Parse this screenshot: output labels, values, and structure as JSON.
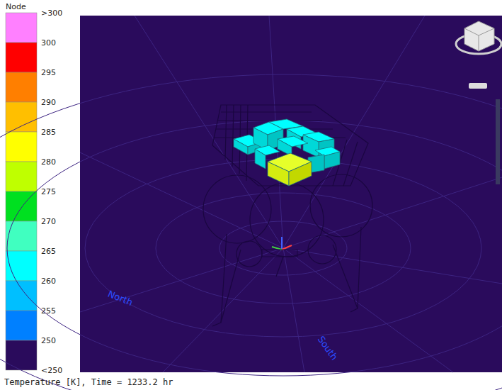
{
  "diagram": {
    "caption": "Temperature [K], Time = 1233.2 hr",
    "labels": [
      "Node",
      ">300",
      "300",
      "295",
      "290",
      "285",
      "280",
      "275",
      "270",
      "265",
      "260",
      "255",
      "250",
      "<250",
      "North",
      "South"
    ]
  }
}
